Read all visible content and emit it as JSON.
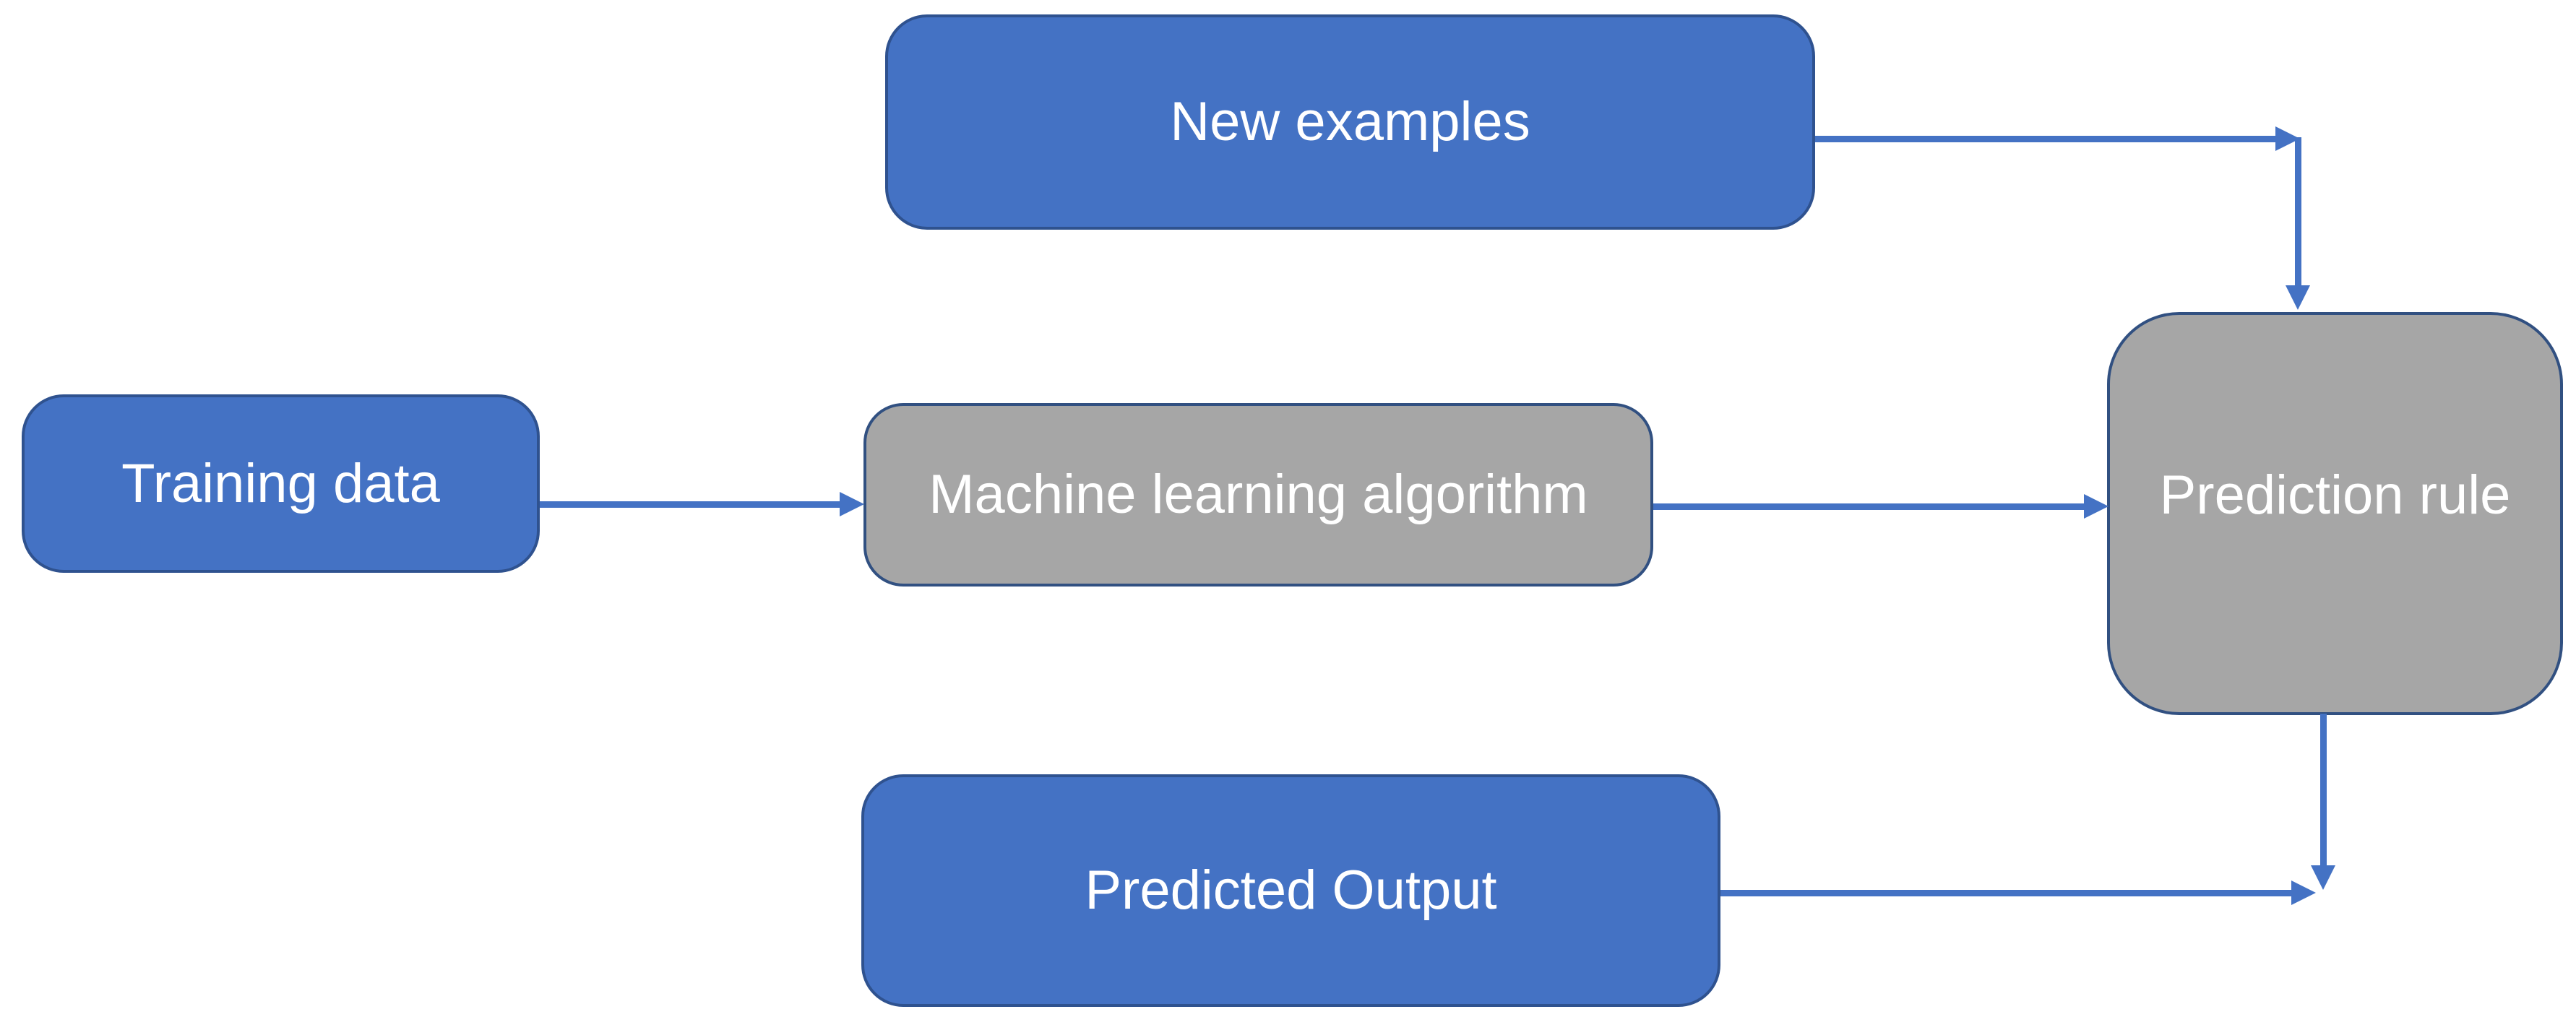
{
  "diagram": {
    "type": "flowchart",
    "colors": {
      "bg": "#ffffff",
      "accent": "#4472c4",
      "node-blue": "#4472c4",
      "node-blue-border": "#2f528f",
      "node-gray": "#a6a6a6",
      "node-gray-border": "#315081",
      "label": "#ffffff"
    },
    "nodes": [
      {
        "id": "new-examples",
        "label": "New examples",
        "variant": "blue"
      },
      {
        "id": "training-data",
        "label": "Training data",
        "variant": "blue"
      },
      {
        "id": "ml-algorithm",
        "label": "Machine learning algorithm",
        "variant": "gray"
      },
      {
        "id": "prediction-rule",
        "label": "Prediction rule",
        "variant": "gray"
      },
      {
        "id": "predicted-output",
        "label": "Predicted Output",
        "variant": "blue"
      }
    ],
    "edges": [
      {
        "from": "training-data",
        "to": "ml-algorithm",
        "shape": "straight-right"
      },
      {
        "from": "ml-algorithm",
        "to": "prediction-rule",
        "shape": "straight-right"
      },
      {
        "from": "new-examples",
        "to": "prediction-rule",
        "shape": "elbow-right-then-down"
      },
      {
        "from": "prediction-rule",
        "to": "junction-bottom-right",
        "shape": "straight-down"
      },
      {
        "from": "predicted-output",
        "to": "junction-bottom-right",
        "shape": "straight-right"
      }
    ]
  }
}
